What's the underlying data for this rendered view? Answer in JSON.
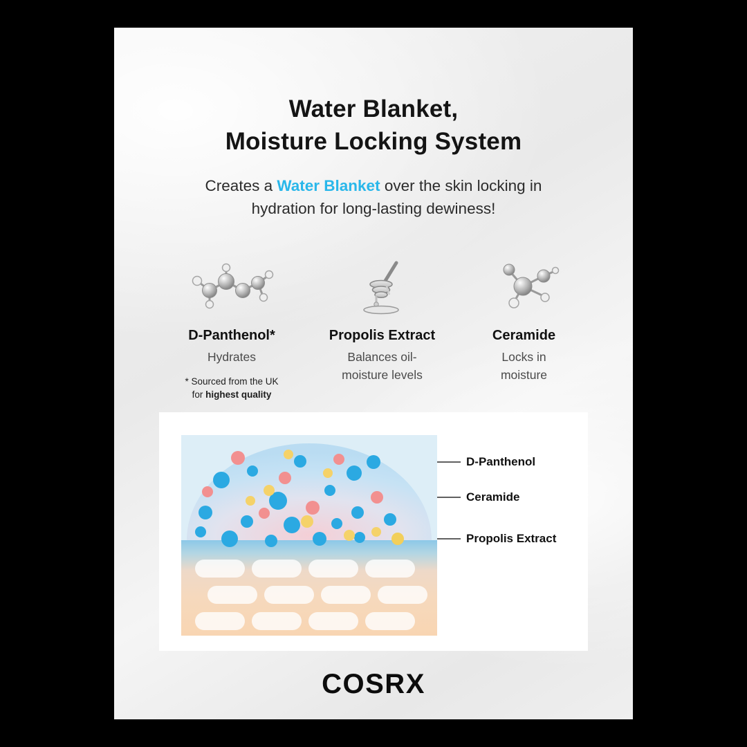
{
  "title": {
    "line1": "Water Blanket,",
    "line2": "Moisture Locking System"
  },
  "subtitle": {
    "pre": "Creates a ",
    "highlight": "Water Blanket",
    "post": " over the skin locking in hydration for long-lasting dewiness!",
    "highlight_color": "#29b7ea"
  },
  "ingredients": [
    {
      "name": "D-Panthenol*",
      "desc": "Hydrates",
      "icon": "panthenol-molecule-icon",
      "note": {
        "line1": "* Sourced from the UK",
        "line2_pre": "for ",
        "line2_bold": "highest quality"
      }
    },
    {
      "name": "Propolis Extract",
      "desc": "Balances oil-\nmoisture levels",
      "icon": "propolis-dipper-icon"
    },
    {
      "name": "Ceramide",
      "desc": "Locks in\nmoisture",
      "icon": "ceramide-molecule-icon"
    }
  ],
  "diagram": {
    "labels": [
      {
        "text": "D-Panthenol",
        "dot_color": "#2ba9e2"
      },
      {
        "text": "Ceramide",
        "dot_color": "#f29090"
      },
      {
        "text": "Propolis Extract",
        "dot_color": "#f2cf5b"
      }
    ],
    "palette": {
      "blue_dot": "#2ba9e2",
      "pink_dot": "#f29090",
      "yellow_dot": "#f5d269",
      "sky": "#ddeef7",
      "skin": "#f6d9bd"
    }
  },
  "footer": {
    "logo": "COSRX"
  }
}
